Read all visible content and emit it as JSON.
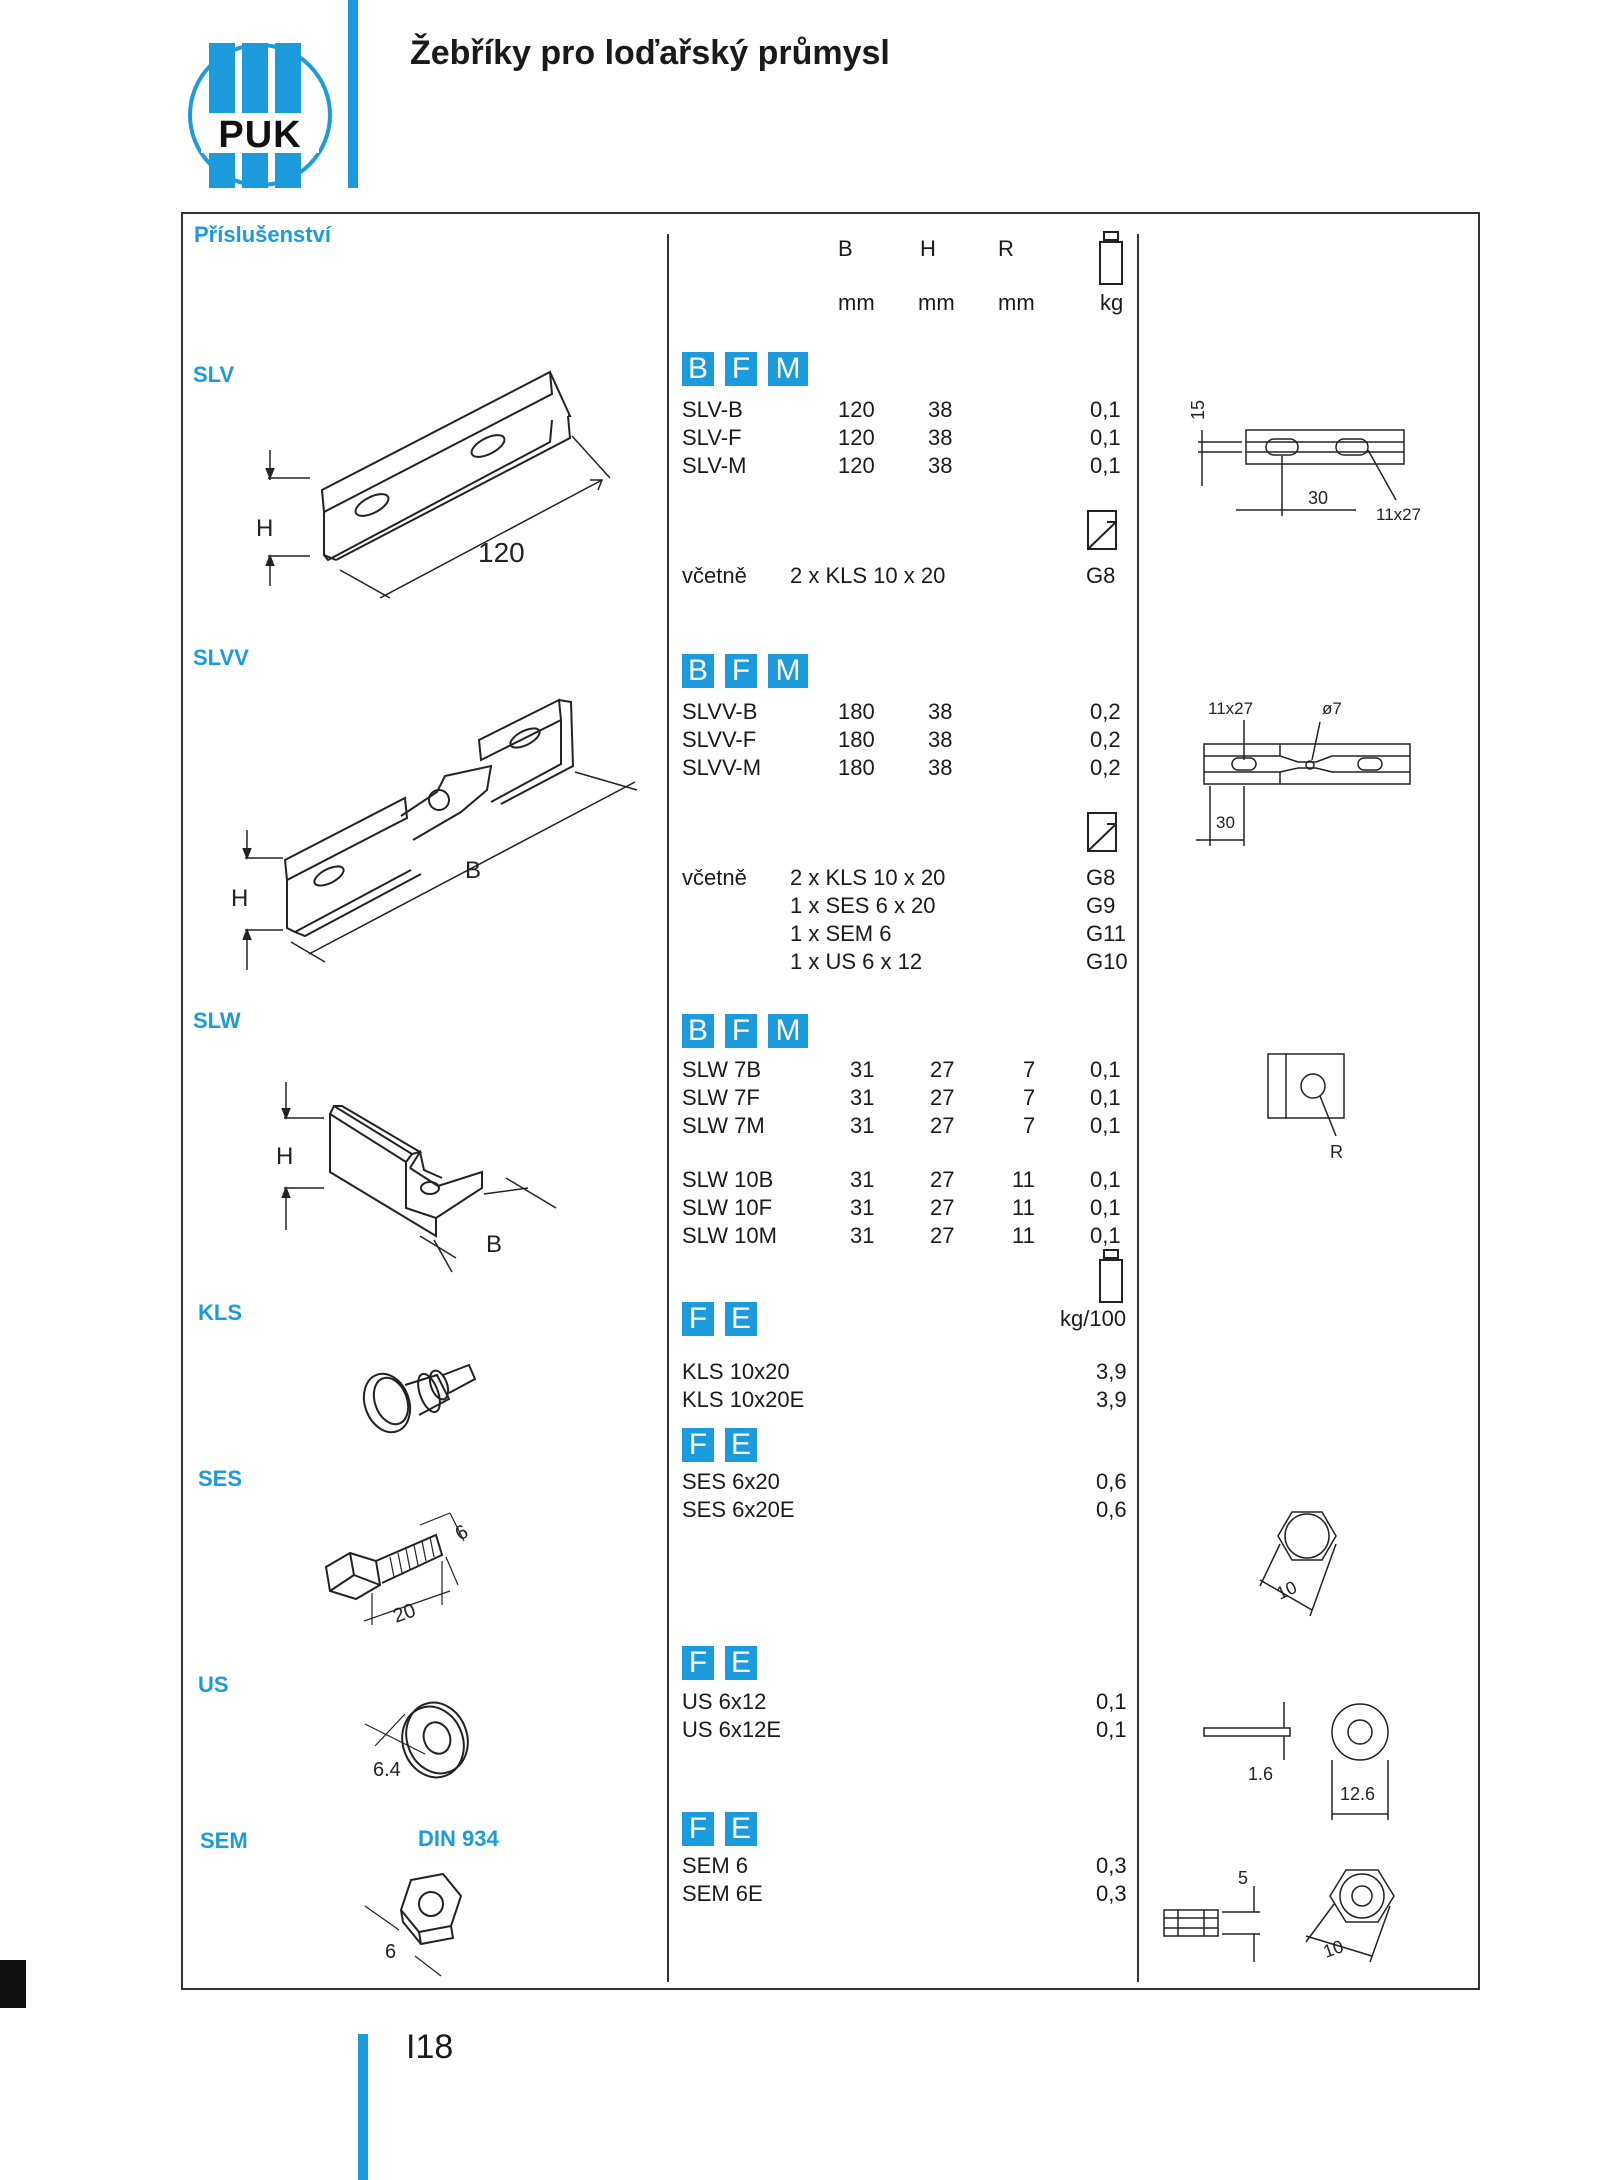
{
  "header": {
    "logo_text": "PUK",
    "title": "Žebříky pro loďařský průmysl"
  },
  "section_title": "Příslušenství",
  "columns": {
    "b": "B",
    "h": "H",
    "r": "R",
    "b_unit": "mm",
    "h_unit": "mm",
    "r_unit": "mm",
    "w_unit": "kg",
    "w_unit2": "kg/100"
  },
  "sections": {
    "slv": {
      "label": "SLV",
      "finishes": [
        "B",
        "F",
        "M"
      ],
      "rows": [
        {
          "code": "SLV-B",
          "b": "120",
          "h": "38",
          "r": "",
          "w": "0,1"
        },
        {
          "code": "SLV-F",
          "b": "120",
          "h": "38",
          "r": "",
          "w": "0,1"
        },
        {
          "code": "SLV-M",
          "b": "120",
          "h": "38",
          "r": "",
          "w": "0,1"
        }
      ],
      "incl_label": "včetně",
      "incl": [
        {
          "item": "2 x KLS 10 x 20",
          "ref": "G8"
        }
      ],
      "fig": {
        "dim_h": "H",
        "dim_len": "120"
      },
      "drawing": {
        "d15": "15",
        "d30": "30",
        "slot": "11x27"
      }
    },
    "slvv": {
      "label": "SLVV",
      "finishes": [
        "B",
        "F",
        "M"
      ],
      "rows": [
        {
          "code": "SLVV-B",
          "b": "180",
          "h": "38",
          "r": "",
          "w": "0,2"
        },
        {
          "code": "SLVV-F",
          "b": "180",
          "h": "38",
          "r": "",
          "w": "0,2"
        },
        {
          "code": "SLVV-M",
          "b": "180",
          "h": "38",
          "r": "",
          "w": "0,2"
        }
      ],
      "incl_label": "včetně",
      "incl": [
        {
          "item": "2 x KLS 10 x 20",
          "ref": "G8"
        },
        {
          "item": "1 x SES 6 x 20",
          "ref": "G9"
        },
        {
          "item": "1 x SEM 6",
          "ref": "G11"
        },
        {
          "item": "1 x US 6 x 12",
          "ref": "G10"
        }
      ],
      "fig": {
        "dim_h": "H",
        "dim_b": "B"
      },
      "drawing": {
        "slot": "11x27",
        "hole": "ø7",
        "d30": "30"
      }
    },
    "slw": {
      "label": "SLW",
      "finishes": [
        "B",
        "F",
        "M"
      ],
      "rows": [
        {
          "code": "SLW 7B",
          "b": "31",
          "h": "27",
          "r": "7",
          "w": "0,1"
        },
        {
          "code": "SLW 7F",
          "b": "31",
          "h": "27",
          "r": "7",
          "w": "0,1"
        },
        {
          "code": "SLW 7M",
          "b": "31",
          "h": "27",
          "r": "7",
          "w": "0,1"
        },
        {
          "code": "SLW 10B",
          "b": "31",
          "h": "27",
          "r": "11",
          "w": "0,1"
        },
        {
          "code": "SLW 10F",
          "b": "31",
          "h": "27",
          "r": "11",
          "w": "0,1"
        },
        {
          "code": "SLW 10M",
          "b": "31",
          "h": "27",
          "r": "11",
          "w": "0,1"
        }
      ],
      "fig": {
        "dim_h": "H",
        "dim_b": "B"
      },
      "drawing": {
        "r": "R"
      }
    },
    "kls": {
      "label": "KLS",
      "finishes": [
        "F",
        "E"
      ],
      "rows": [
        {
          "code": "KLS 10x20",
          "w": "3,9"
        },
        {
          "code": "KLS 10x20E",
          "w": "3,9"
        }
      ]
    },
    "ses": {
      "label": "SES",
      "finishes": [
        "F",
        "E"
      ],
      "rows": [
        {
          "code": "SES 6x20",
          "w": "0,6"
        },
        {
          "code": "SES 6x20E",
          "w": "0,6"
        }
      ],
      "fig": {
        "d6": "6",
        "d20": "20"
      },
      "drawing": {
        "d10": "10"
      }
    },
    "us": {
      "label": "US",
      "finishes": [
        "F",
        "E"
      ],
      "rows": [
        {
          "code": "US 6x12",
          "w": "0,1"
        },
        {
          "code": "US 6x12E",
          "w": "0,1"
        }
      ],
      "fig": {
        "d64": "6.4"
      },
      "drawing": {
        "d16": "1.6",
        "d126": "12.6"
      }
    },
    "sem": {
      "label": "SEM",
      "din": "DIN 934",
      "finishes": [
        "F",
        "E"
      ],
      "rows": [
        {
          "code": "SEM 6",
          "w": "0,3"
        },
        {
          "code": "SEM 6E",
          "w": "0,3"
        }
      ],
      "fig": {
        "d6": "6"
      },
      "drawing": {
        "d5": "5",
        "d10": "10"
      }
    }
  },
  "footer": {
    "page": "I18"
  },
  "colors": {
    "accent": "#1c9bdc",
    "text": "#1a1a1a",
    "border": "#333333"
  }
}
